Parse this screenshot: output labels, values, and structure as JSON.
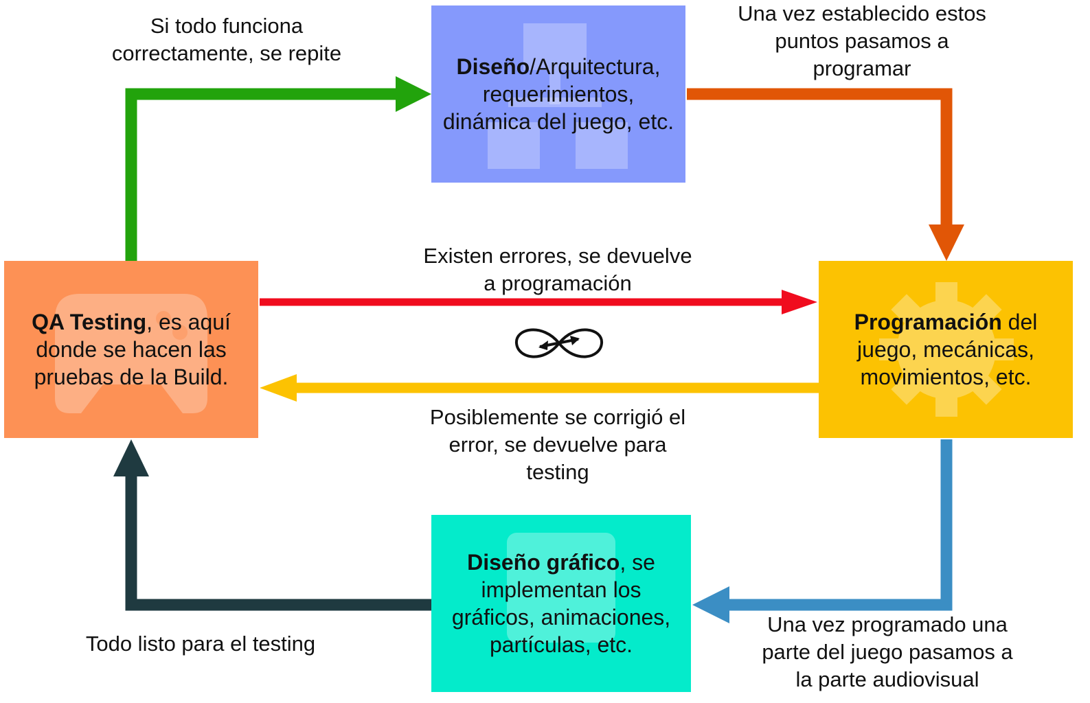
{
  "nodes": {
    "design": {
      "bold": "Diseño",
      "rest": "/Arquitectura,",
      "line2": "requerimientos,",
      "line3": "dinámica del juego, etc.",
      "color": "#8599fc",
      "watermark": "hierarchy-icon"
    },
    "programming": {
      "bold": "Programación",
      "rest": " del",
      "line2": "juego, mecánicas,",
      "line3": "movimientos, etc.",
      "color": "#fcc202",
      "watermark": "gear-icon"
    },
    "graphics": {
      "bold": "Diseño gráfico",
      "rest": ", se",
      "line2": "implementan los",
      "line3": "gráficos, animaciones,",
      "line4": "partículas, etc.",
      "color": "#04ebcb",
      "watermark": "image-icon"
    },
    "qa": {
      "bold": "QA Testing",
      "rest": ", es aquí",
      "line2": "donde se hacen las",
      "line3": "pruebas de la Build.",
      "color": "#fd9155",
      "watermark": "gamepad-icon"
    }
  },
  "edges": {
    "qa_to_design": {
      "line1": "Si todo funciona",
      "line2": "correctamente, se repite",
      "color": "#22a30c"
    },
    "design_to_programming": {
      "line1": "Una vez establecido estos",
      "line2": "puntos pasamos a",
      "line3": "programar",
      "color": "#e15606"
    },
    "qa_to_programming": {
      "line1": "Existen errores, se devuelve",
      "line2": "a programación",
      "color": "#f00c1e"
    },
    "programming_to_qa": {
      "line1": "Posiblemente se corrigió el",
      "line2": "error, se devuelve para",
      "line3": "testing",
      "color": "#fcc202"
    },
    "programming_to_graphics": {
      "line1": "Una vez programado una",
      "line2": "parte del juego pasamos a",
      "line3": "la parte audiovisual",
      "color": "#3b8ec4"
    },
    "graphics_to_qa": {
      "line1": "Todo listo para el testing",
      "color": "#1f3a40"
    }
  },
  "center_icon": "infinity-loop-icon"
}
